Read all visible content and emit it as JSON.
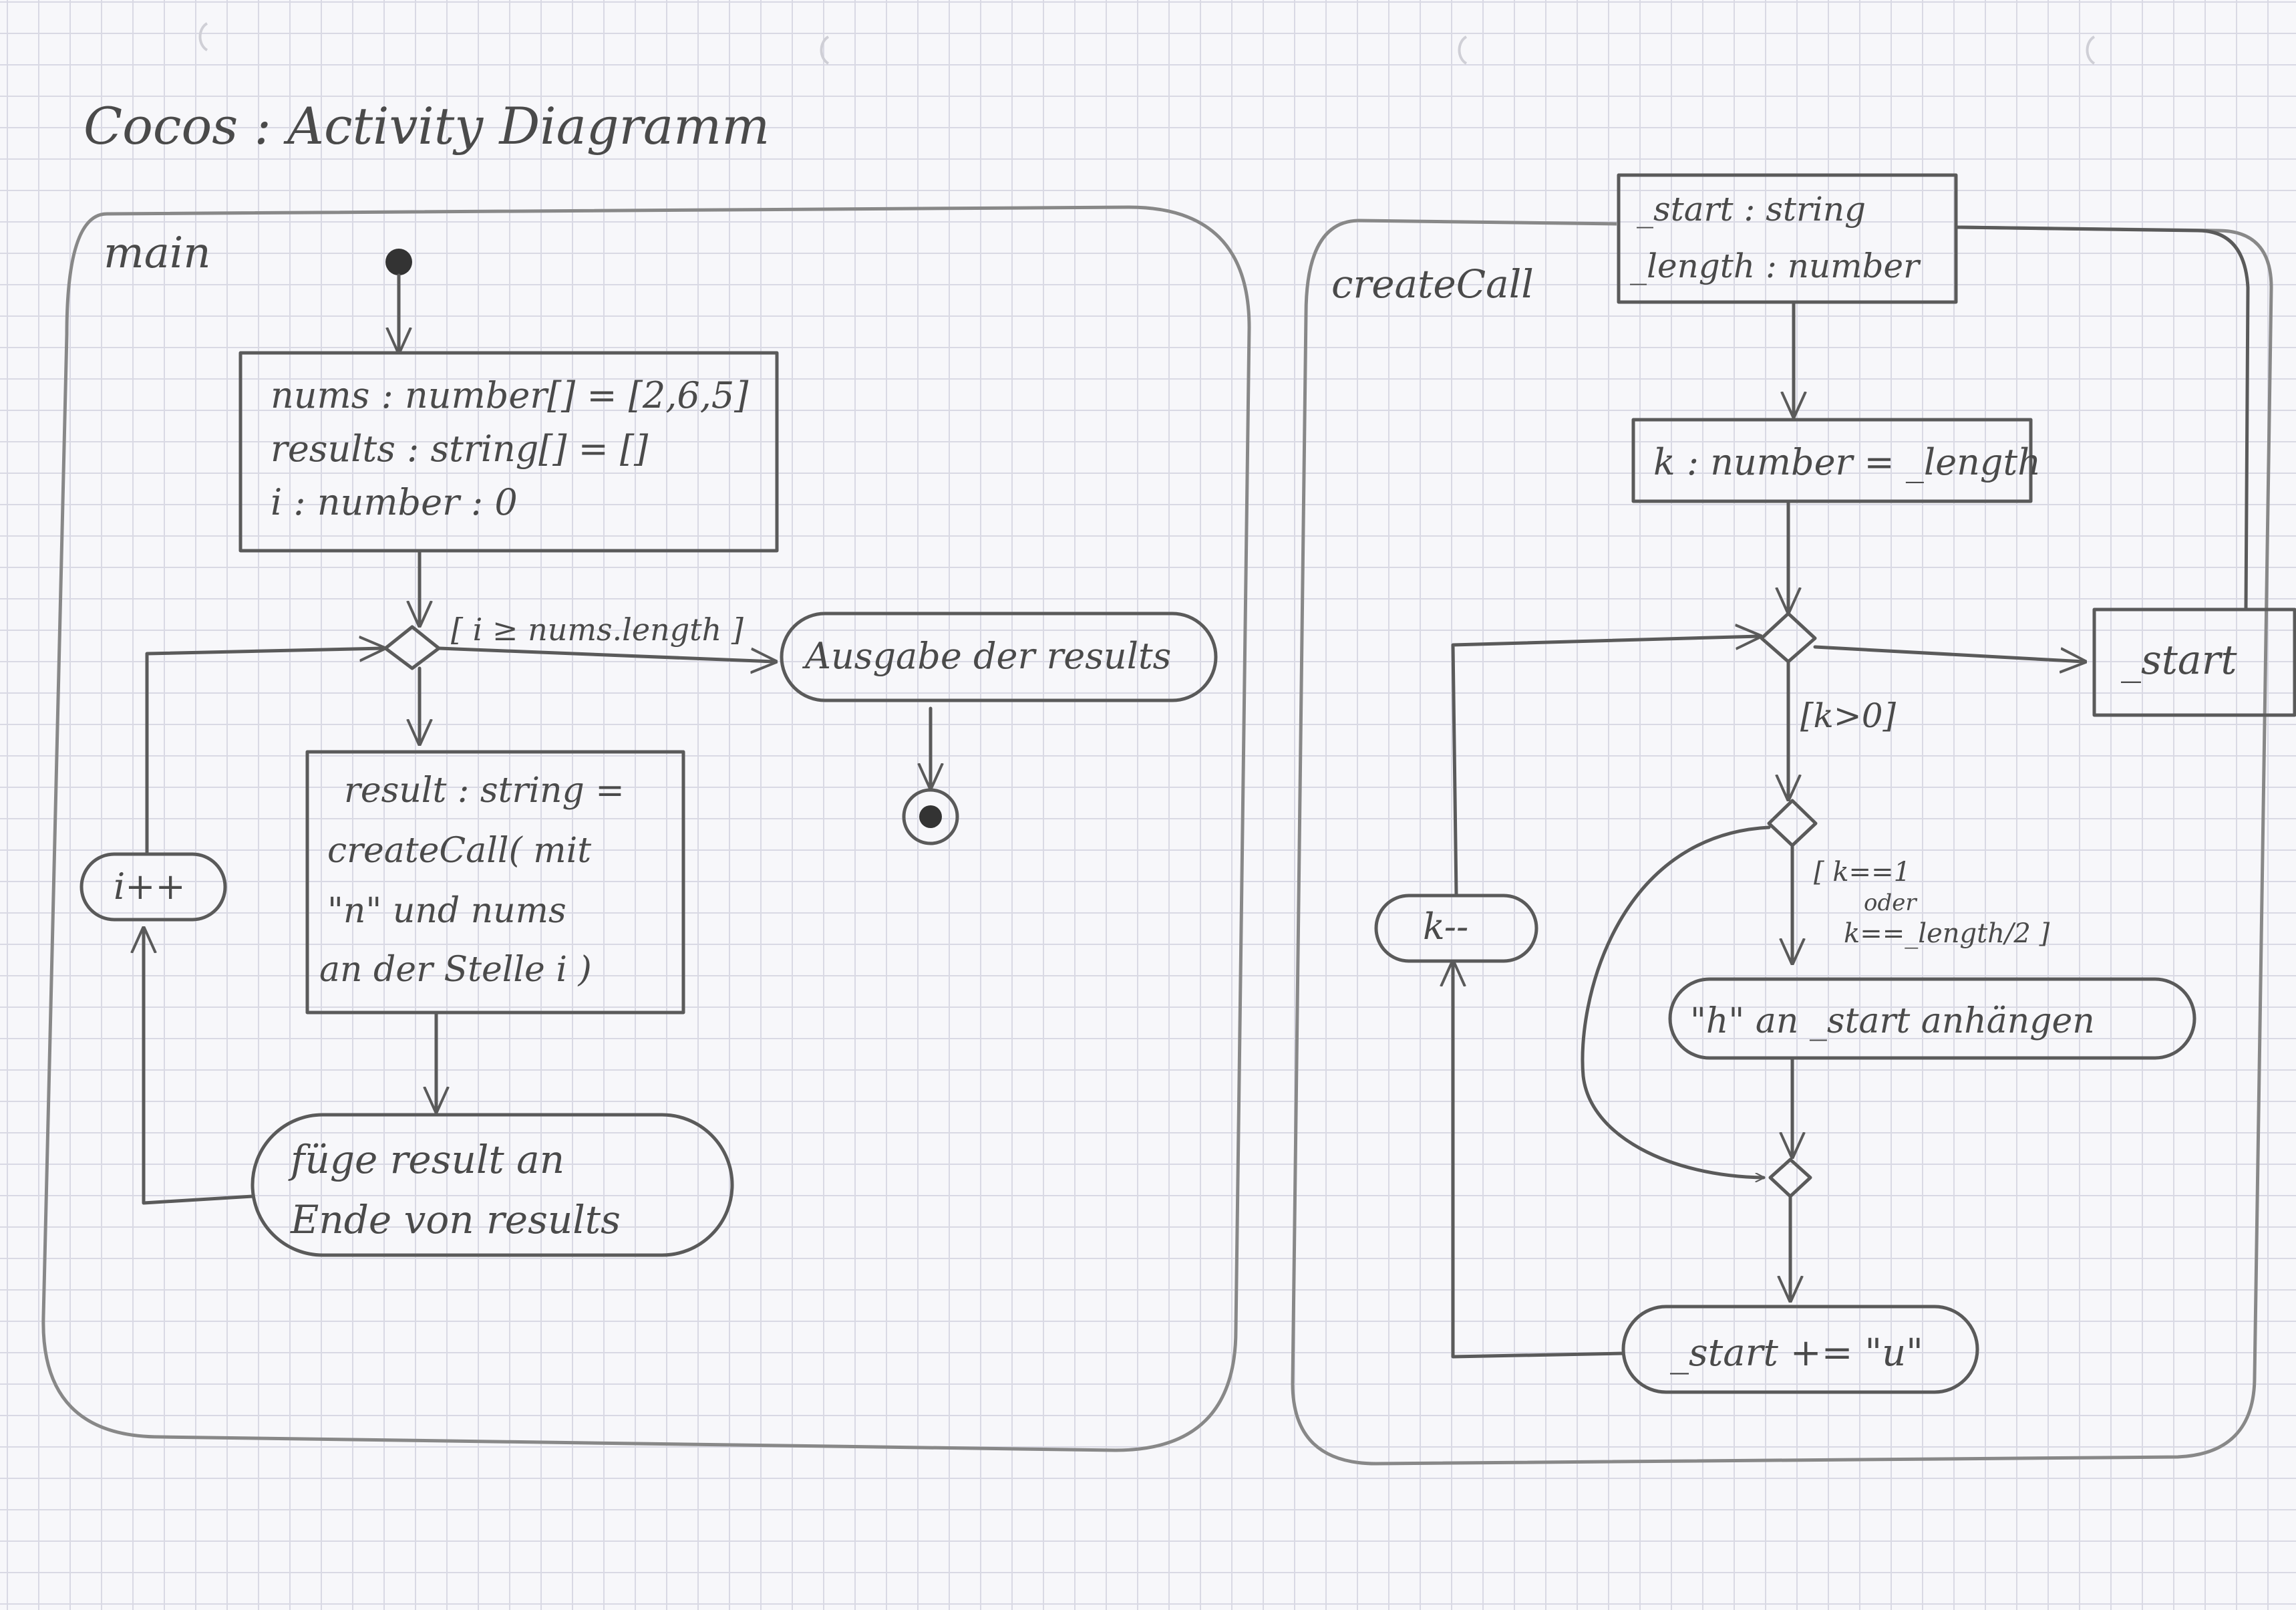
{
  "title": "Cocos : Activity Diagramm",
  "main": {
    "label": "main",
    "init_lines": [
      "nums : number[] = [2,6,5]",
      "results : string[] = []",
      "i : number  : 0"
    ],
    "guard_exit": "[ i ≥ nums.length ]",
    "output": "Ausgabe der results",
    "action_lines": [
      "result : string =",
      "createCall( mit",
      "\"n\" und nums",
      "an der Stelle i )"
    ],
    "increment": "i++",
    "append_lines": [
      "füge result an",
      "Ende von results"
    ]
  },
  "createCall": {
    "label": "createCall",
    "param_lines": [
      "_start : string",
      "_length : number"
    ],
    "init": "k : number = _length",
    "guard_loop": "[k>0]",
    "guard_cond_lines": [
      "[ k==1",
      "oder",
      "k==_length/2 ]"
    ],
    "append_start": "\"h\" an _start anhängen",
    "concat": "_start += \"u\"",
    "decrement": "k--",
    "output": "_start"
  }
}
